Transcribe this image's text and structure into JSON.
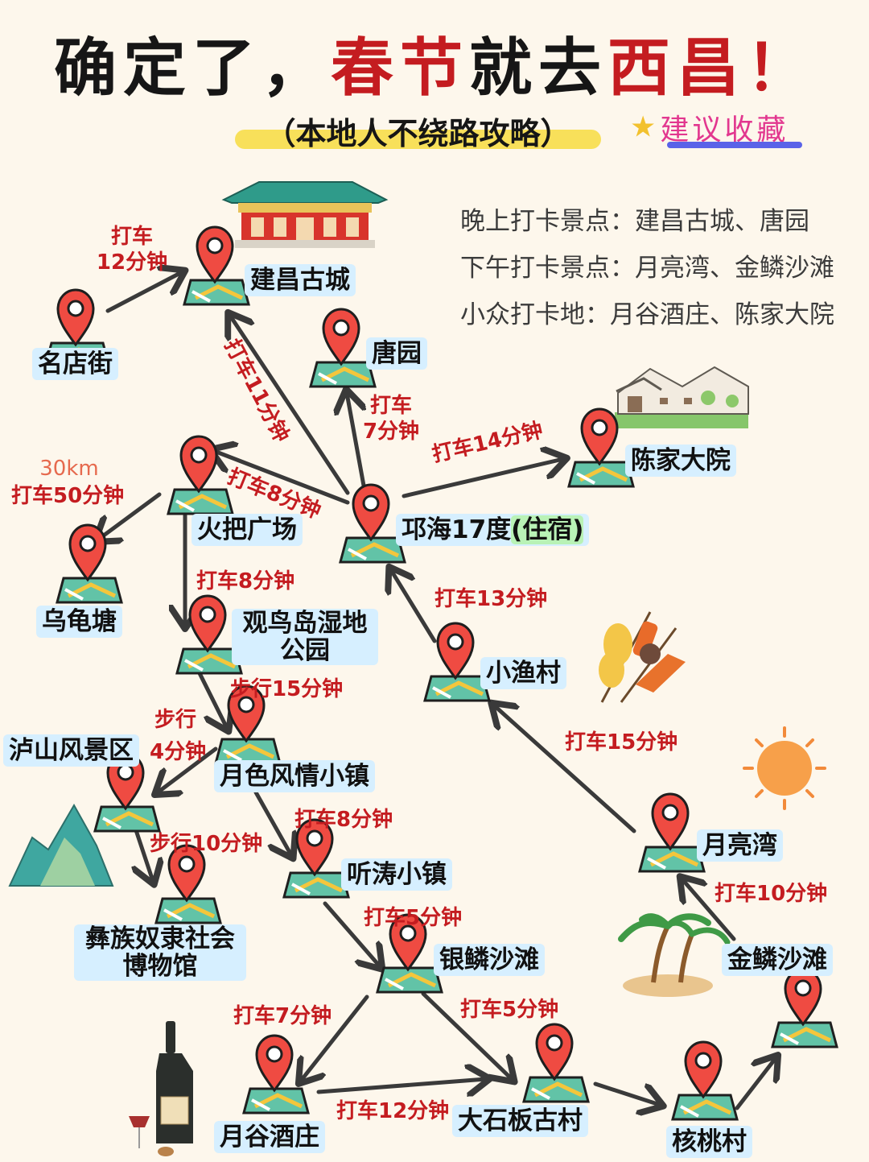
{
  "header": {
    "title_part1": "确定了，",
    "title_part2": "春节",
    "title_part3": "就去",
    "title_part4": "西昌！",
    "subtitle": "（本地人不绕路攻略）",
    "collect_star": "★",
    "collect_label": "建议收藏"
  },
  "info": {
    "night": "晚上打卡景点：建昌古城、唐园",
    "afternoon": "下午打卡景点：月亮湾、金鳞沙滩",
    "niche": "小众打卡地：月谷酒庄、陈家大院"
  },
  "places": {
    "jianchang": "建昌古城",
    "mingdian": "名店街",
    "tangyuan": "唐园",
    "chenjia": "陈家大院",
    "huoba": "火把广场",
    "qionghai_main": "邛海17度",
    "qionghai_tag": "(住宿)",
    "wugui": "乌龟塘",
    "guanniao": "观鸟岛湿地公园",
    "xiaoyu": "小渔村",
    "lushan": "泸山风景区",
    "yuese": "月色风情小镇",
    "yueliang": "月亮湾",
    "tingtao": "听涛小镇",
    "yizu": "彝族奴隶社会博物馆",
    "yinlin": "银鳞沙滩",
    "jinlin": "金鳞沙滩",
    "yuegu": "月谷酒庄",
    "dashiban": "大石板古村",
    "hetao": "核桃村"
  },
  "routes": {
    "mingdian_jianchang_a": "打车",
    "mingdian_jianchang_b": "12分钟",
    "qionghai_jianchang": "打车11分钟",
    "qionghai_tangyuan_a": "打车",
    "qionghai_tangyuan_b": "7分钟",
    "qionghai_chenjia": "打车14分钟",
    "qionghai_huoba": "打车8分钟",
    "huoba_wugui_dist": "30km",
    "huoba_wugui": "打车50分钟",
    "huoba_guanniao": "打车8分钟",
    "xiaoyu_qionghai": "打车13分钟",
    "guanniao_yuese": "步行15分钟",
    "yuese_lushan_a": "步行",
    "yuese_lushan_b": "4分钟",
    "yueliang_xiaoyu": "打车15分钟",
    "yuese_tingtao": "打车8分钟",
    "lushan_yizu": "步行10分钟",
    "jinlin_yueliang": "打车10分钟",
    "tingtao_yinlin": "打车5分钟",
    "yinlin_yuegu": "打车7分钟",
    "yinlin_dashiban": "打车5分钟",
    "yuegu_dashiban": "打车12分钟"
  },
  "colors": {
    "background": "#fdf7ec",
    "title_red": "#c41c20",
    "pin_red": "#ef4b42",
    "label_bg": "#d6efff",
    "highlight_yellow": "#f8e05a",
    "collect_pink": "#e2378f",
    "arrow": "#3a3a3a"
  }
}
